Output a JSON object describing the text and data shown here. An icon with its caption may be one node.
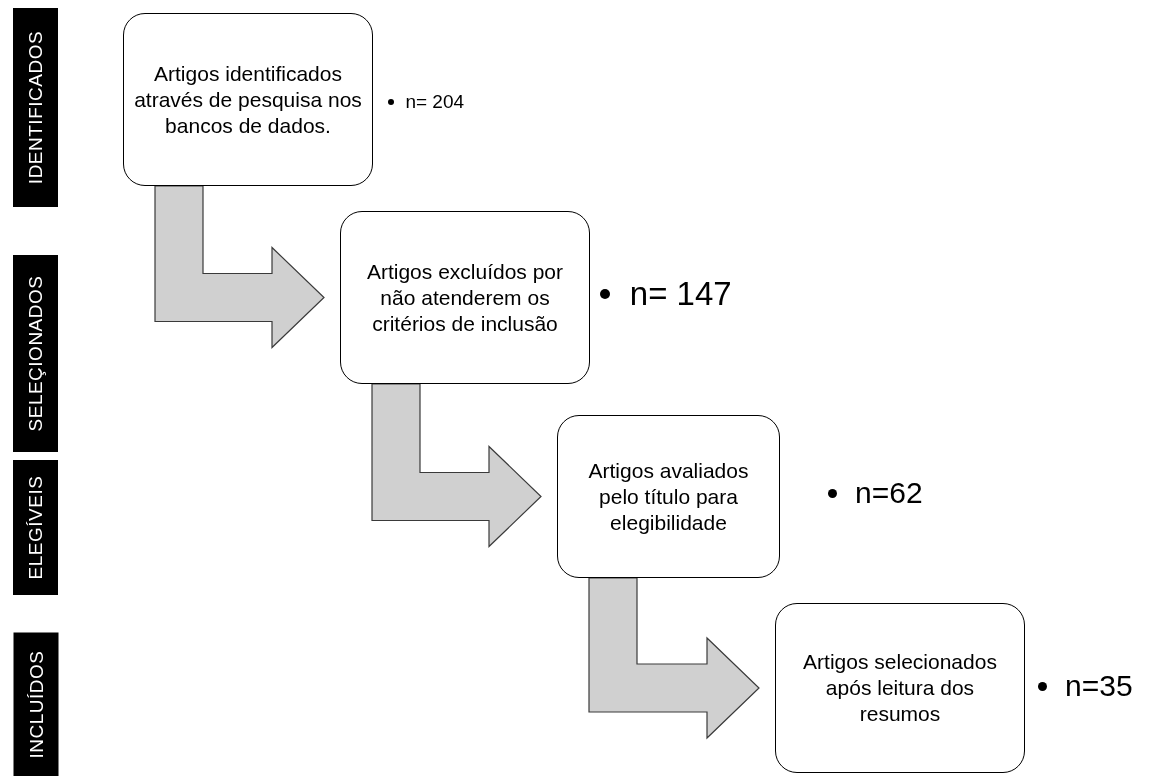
{
  "diagram": {
    "nodes": [
      {
        "text": [
          "Artigos identificados através de pesquisa nos bancos de dados."
        ],
        "beside": [
          "n= 204"
        ]
      },
      {
        "text": [
          "Artigos excluídos por não atenderem os critérios de inclusão"
        ],
        "beside": [
          "n= 147"
        ]
      },
      {
        "text": [
          "Artigos avaliados pelo título para elegibilidade"
        ],
        "beside": [
          "n=62"
        ]
      },
      {
        "text": [
          "Artigos selecionados após leitura dos resumos"
        ],
        "beside": [
          "n=35"
        ]
      },
      {
        "text": [
          "IDENTIFICADOS"
        ]
      },
      {
        "text": [
          "SELEÇIONADOS"
        ]
      },
      {
        "text": [
          "ELEGÍVEIS"
        ]
      },
      {
        "text": [
          "INCLUÍDOS"
        ]
      }
    ],
    "edges": [
      {
        "from": 0,
        "to": 1,
        "arrow": "to",
        "style": "thick"
      },
      {
        "from": 1,
        "to": 2,
        "arrow": "to",
        "style": "thick"
      },
      {
        "from": 2,
        "to": 3,
        "arrow": "to",
        "style": "thick"
      }
    ]
  }
}
